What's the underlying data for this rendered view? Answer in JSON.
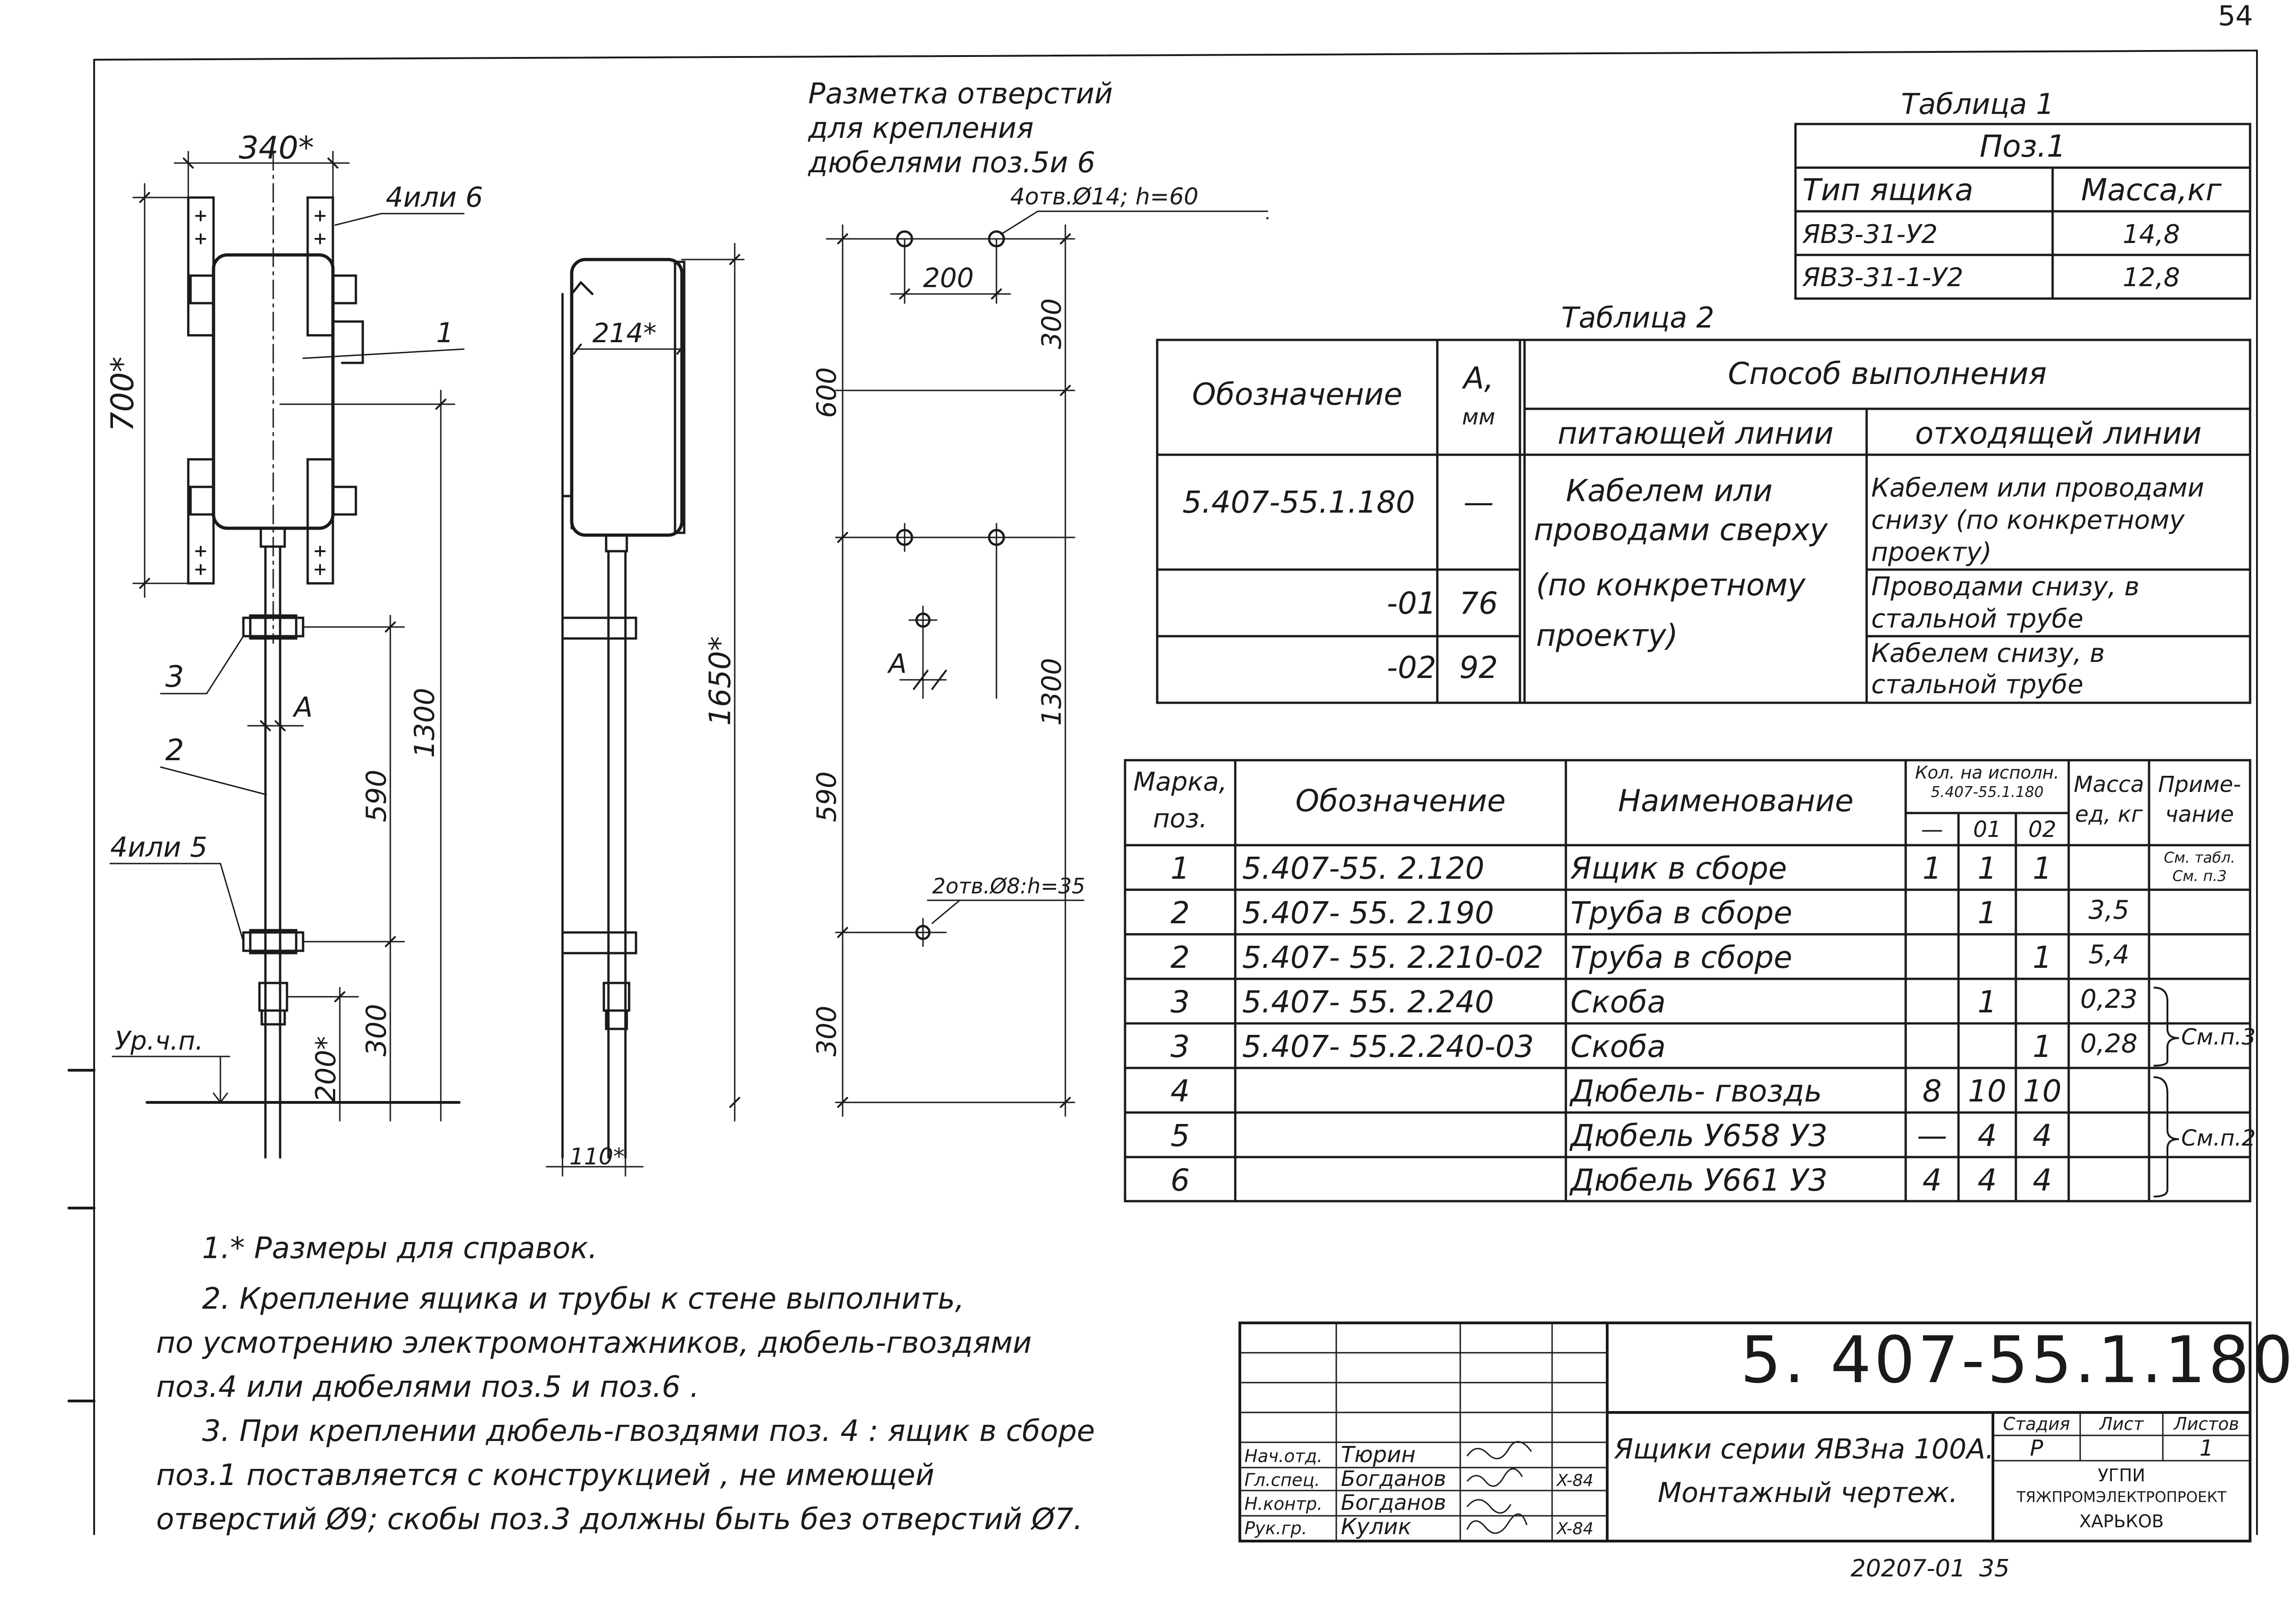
{
  "page_number_top": "54",
  "marking": {
    "title_line1": "Разметка отверстий",
    "title_line2": "для крепления",
    "title_line3": "дюбелями поз.5и 6",
    "holes_label": "4отв.Ø14; h=60",
    "holes_small_label": "2отв.Ø8:h=35",
    "dim_200": "200",
    "dim_300_top": "300",
    "dim_600": "600",
    "dim_1300": "1300",
    "dim_590": "590",
    "dim_300_bottom": "300",
    "label_A": "A"
  },
  "front_view": {
    "dim_340": "340*",
    "dim_700": "700*",
    "label_4or6": "4или 6",
    "label_1": "1",
    "label_3": "3",
    "label_A": "A",
    "label_2": "2",
    "label_4or5": "4или 5",
    "dim_1300": "1300",
    "dim_590": "590",
    "dim_300": "300",
    "dim_200": "200*",
    "floor_label": "Ур.ч.п."
  },
  "side_view": {
    "dim_214": "214*",
    "dim_1650": "1650*",
    "dim_110": "110*"
  },
  "table1": {
    "title": "Таблица 1",
    "group": "Поз.1",
    "col_type": "Тип ящика",
    "col_mass": "Масса,кг",
    "rows": [
      {
        "type": "ЯВЗ-31-У2",
        "mass": "14,8"
      },
      {
        "type": "ЯВЗ-31-1-У2",
        "mass": "12,8"
      }
    ]
  },
  "table2": {
    "title": "Таблица 2",
    "col_designation": "Обозначение",
    "col_a": "А,",
    "col_a_unit": "мм",
    "col_method": "Способ выполнения",
    "col_supply": "питающей линии",
    "col_outgoing": "отходящей линии",
    "supply_text_1": "Кабелем или",
    "supply_text_2": "проводами сверху",
    "supply_text_3": "(по конкретному",
    "supply_text_4": "проекту)",
    "rows": [
      {
        "designation": "5.407-55.1.180",
        "a": "—",
        "outgoing_1": "Кабелем или проводами",
        "outgoing_2": "снизу (по конкретному",
        "outgoing_3": "проекту)"
      },
      {
        "designation": "-01",
        "a": "76",
        "outgoing_1": "Проводами снизу, в",
        "outgoing_2": "стальной трубе",
        "outgoing_3": ""
      },
      {
        "designation": "-02",
        "a": "92",
        "outgoing_1": "Кабелем снизу, в",
        "outgoing_2": "стальной трубе",
        "outgoing_3": ""
      }
    ]
  },
  "spec": {
    "col_mark_1": "Марка,",
    "col_mark_2": "поз.",
    "col_designation": "Обозначение",
    "col_name": "Наименование",
    "col_qty_1": "Кол. на исполн.",
    "col_qty_2": "5.407-55.1.180",
    "col_qty_a": "—",
    "col_qty_b": "01",
    "col_qty_c": "02",
    "col_mass_1": "Масса",
    "col_mass_2": "ед, кг",
    "col_note_1": "Приме-",
    "col_note_2": "чание",
    "rows": [
      {
        "mark": "1",
        "designation": "5.407-55. 2.120",
        "name": "Ящик в сборе",
        "q0": "1",
        "q1": "1",
        "q2": "1",
        "mass": "",
        "note_1": "См. табл.",
        "note_2": "См. п.3"
      },
      {
        "mark": "2",
        "designation": "5.407- 55. 2.190",
        "name": "Труба в сборе",
        "q0": "",
        "q1": "1",
        "q2": "",
        "mass": "3,5",
        "note_1": "",
        "note_2": ""
      },
      {
        "mark": "2",
        "designation": "5.407- 55. 2.210-02",
        "name": "Труба в сборе",
        "q0": "",
        "q1": "",
        "q2": "1",
        "mass": "5,4",
        "note_1": "",
        "note_2": ""
      },
      {
        "mark": "3",
        "designation": "5.407- 55. 2.240",
        "name": "Скоба",
        "q0": "",
        "q1": "1",
        "q2": "",
        "mass": "0,23",
        "note_1": "",
        "note_2": ""
      },
      {
        "mark": "3",
        "designation": "5.407- 55.2.240-03",
        "name": "Скоба",
        "q0": "",
        "q1": "",
        "q2": "1",
        "mass": "0,28",
        "note_1": "",
        "note_2": ""
      },
      {
        "mark": "4",
        "designation": "",
        "name": "Дюбель- гвоздь",
        "q0": "8",
        "q1": "10",
        "q2": "10",
        "mass": "",
        "note_1": "",
        "note_2": ""
      },
      {
        "mark": "5",
        "designation": "",
        "name": "Дюбель У658 У3",
        "q0": "—",
        "q1": "4",
        "q2": "4",
        "mass": "",
        "note_1": "",
        "note_2": ""
      },
      {
        "mark": "6",
        "designation": "",
        "name": "Дюбель У661 У3",
        "q0": "4",
        "q1": "4",
        "q2": "4",
        "mass": "",
        "note_1": "",
        "note_2": ""
      }
    ],
    "group_note_3": "См.п.3",
    "group_note_2": "См.п.2"
  },
  "notes": {
    "n1": "1.* Размеры для справок.",
    "n2a": "2. Крепление ящика и трубы к стене выполнить,",
    "n2b": "по усмотрению электромонтажников, дюбель-гвоздями",
    "n2c": "поз.4 или дюбелями поз.5 и поз.6 .",
    "n3a": "3. При креплении дюбель-гвоздями поз. 4 : ящик в сборе",
    "n3b": "поз.1 поставляется с конструкцией , не имеющей",
    "n3c": "отверстий Ø9; скобы поз.3 должны быть без отверстий Ø7."
  },
  "title_block": {
    "doc_number": "5. 407-55.1.180",
    "title_1": "Ящики серии ЯВЗна 100А.",
    "title_2": "Монтажный чертеж.",
    "stage_label": "Стадия",
    "sheet_label": "Лист",
    "sheets_label": "Листов",
    "stage": "Р",
    "sheets": "1",
    "org_1": "УГПИ",
    "org_2": "ТЯЖПРОМЭЛЕКТРОПРОЕКТ",
    "org_3": "ХАРЬКОВ",
    "people": [
      {
        "role": "Нач.отд.",
        "name": "Тюрин",
        "date": ""
      },
      {
        "role": "Гл.спец.",
        "name": "Богданов",
        "date": "X-84"
      },
      {
        "role": "Н.контр.",
        "name": "Богданов",
        "date": ""
      },
      {
        "role": "Рук.гр.",
        "name": "Кулик",
        "date": "X-84"
      }
    ],
    "bottom_code": "20207-01",
    "bottom_page": "35"
  }
}
